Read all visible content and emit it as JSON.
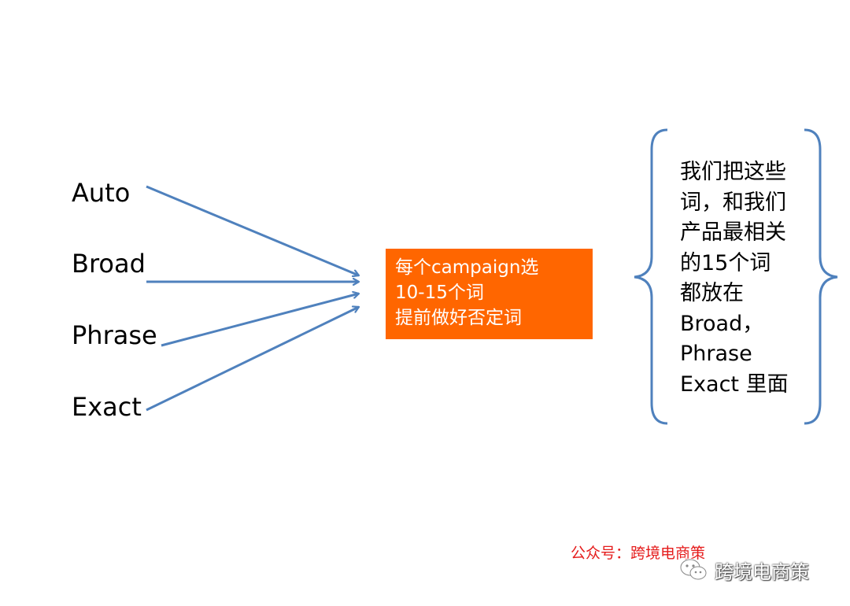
{
  "diagram": {
    "match_types": [
      {
        "id": "auto",
        "label": "Auto"
      },
      {
        "id": "broad",
        "label": "Broad"
      },
      {
        "id": "phrase",
        "label": "Phrase"
      },
      {
        "id": "exact",
        "label": "Exact"
      }
    ],
    "center_box": {
      "lines": [
        "每个campaign选",
        "10-15个词",
        "提前做好否定词"
      ],
      "fill_color": "#ff6600",
      "text_color": "#ffffff"
    },
    "brace_note": {
      "lines": [
        "我们把这些",
        "词，和我们",
        "产品最相关",
        "的15个词",
        "都放在",
        "Broad，",
        "Phrase",
        "Exact 里面"
      ]
    },
    "arrow_color": "#4f81bd",
    "brace_color": "#4f81bd"
  },
  "footer": {
    "credit": "公众号：跨境电商策",
    "watermark_text": "跨境电商策",
    "credit_color": "#e51c1c"
  }
}
